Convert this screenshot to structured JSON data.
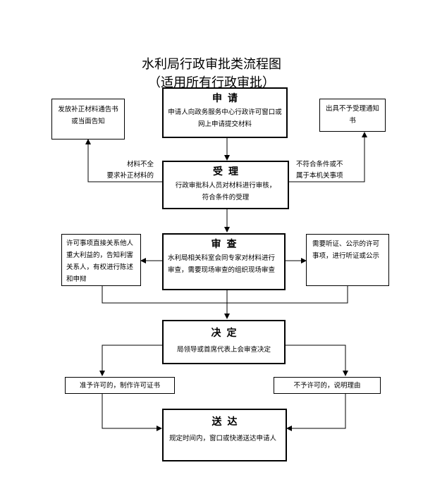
{
  "title": "水利局行政审批类流程图",
  "subtitle": "（适用所有行政审批）",
  "apply": {
    "head": "申请",
    "body": "申请人向政务服务中心行政许可窗口或网上申请提交材料"
  },
  "supplement_notice": "发放补正材料通告书或当面告知",
  "reject_notice": "出具不予受理通知书",
  "accept": {
    "head": "受理",
    "body": "行政审批科人员对材料进行审核，符合条件的受理"
  },
  "label_incomplete": [
    "材料不全",
    "要求补正材料的"
  ],
  "label_nonconform": [
    "不符合条件或不",
    "属于本机关事项"
  ],
  "review": {
    "head": "审查",
    "body": "水利局相关科室会同专家对材料进行审查，需要现场审查的组织现场审查"
  },
  "third_party": "许可事项直接关系他人重大利益的，告知利害关系人，有权进行陈述和申辩",
  "hearing": "需要听证、公示的许可事项，进行听证或公示",
  "decide": {
    "head": "决定",
    "body": "局领导或首席代表上会审查决定"
  },
  "grant": "准予许可的，制作许可证书",
  "deny": "不予许可的，说明理由",
  "deliver": {
    "head": "送达",
    "body": "规定时间内，窗口或快递送达申请人"
  }
}
